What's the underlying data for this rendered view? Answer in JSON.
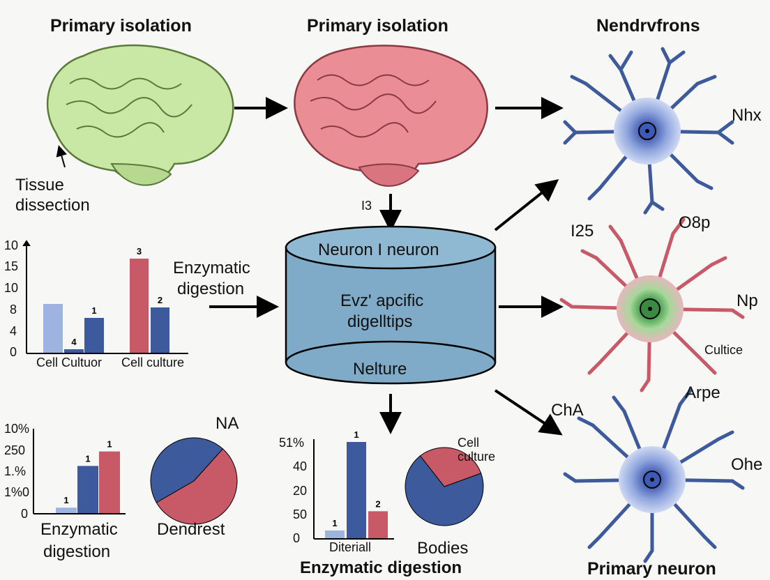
{
  "headers": {
    "col1": "Primary isolation",
    "col2": "Primary isolation",
    "col3": "Nendrvfrons",
    "bottom_right": "Primary neuron"
  },
  "brain_labels": {
    "tissue_line1": "Tissue",
    "tissue_line2": "dissection",
    "arrow_down_label": "I3"
  },
  "cylinder": {
    "top": "Neuron I neuron",
    "mid_line1": "Evz' apcific",
    "mid_line2": "digelltips",
    "bottom": "Nelture"
  },
  "enzymatic_label": {
    "line1": "Enzymatic",
    "line2": "digestion"
  },
  "neurons": {
    "n1_label": "Nhx",
    "n2_label_left": "I25",
    "n2_label_top": "O8p",
    "n2_label_right": "Np",
    "n2_label_bottom": "Cultice",
    "n3_label_top": "Arpe",
    "n3_label_left": "ChA",
    "n3_label_right": "Ohe"
  },
  "colors": {
    "green_brain": "#c9e7a5",
    "pink_brain": "#ea8d95",
    "blue": "#3d5a9c",
    "light_blue": "#9fb3e0",
    "red": "#c85a68",
    "cylinder": "#7fabc8"
  },
  "chart_data": [
    {
      "type": "bar",
      "y_ticks": [
        "10",
        "15",
        "10",
        "8",
        "4",
        "0"
      ],
      "categories": [
        "Cell Cultuor",
        "Cell culture"
      ],
      "bar_values": [
        7,
        0.5,
        5,
        13.5,
        6.5
      ],
      "bar_labels": [
        "",
        "4",
        "1",
        "3",
        "2"
      ]
    },
    {
      "type": "bar",
      "y_ticks": [
        "10%",
        "250",
        "1.%",
        "1%0",
        "0"
      ],
      "bar_values": [
        0.3,
        2.6,
        3.4
      ],
      "bar_labels": [
        "1",
        "1",
        "1"
      ],
      "xlabel_line1": "Enzymatic",
      "xlabel_line2": "digestion"
    },
    {
      "type": "pie",
      "label": "Dendrest",
      "corner_label": "NA",
      "slices": [
        {
          "color": "blue",
          "value": 45
        },
        {
          "color": "red",
          "value": 55
        }
      ]
    },
    {
      "type": "bar",
      "y_ticks": [
        "51%",
        "40",
        "40",
        "20",
        "50",
        "0"
      ],
      "bar_values": [
        4,
        50,
        14
      ],
      "bar_labels": [
        "1",
        "1",
        "2"
      ],
      "xlabel": "Diteriall",
      "footer": "Enzymatic digestion"
    },
    {
      "type": "pie",
      "label": "Bodies",
      "corner_label_line1": "Cell",
      "corner_label_line2": "culture",
      "slices": [
        {
          "color": "blue",
          "value": 70
        },
        {
          "color": "red",
          "value": 30
        }
      ]
    }
  ]
}
